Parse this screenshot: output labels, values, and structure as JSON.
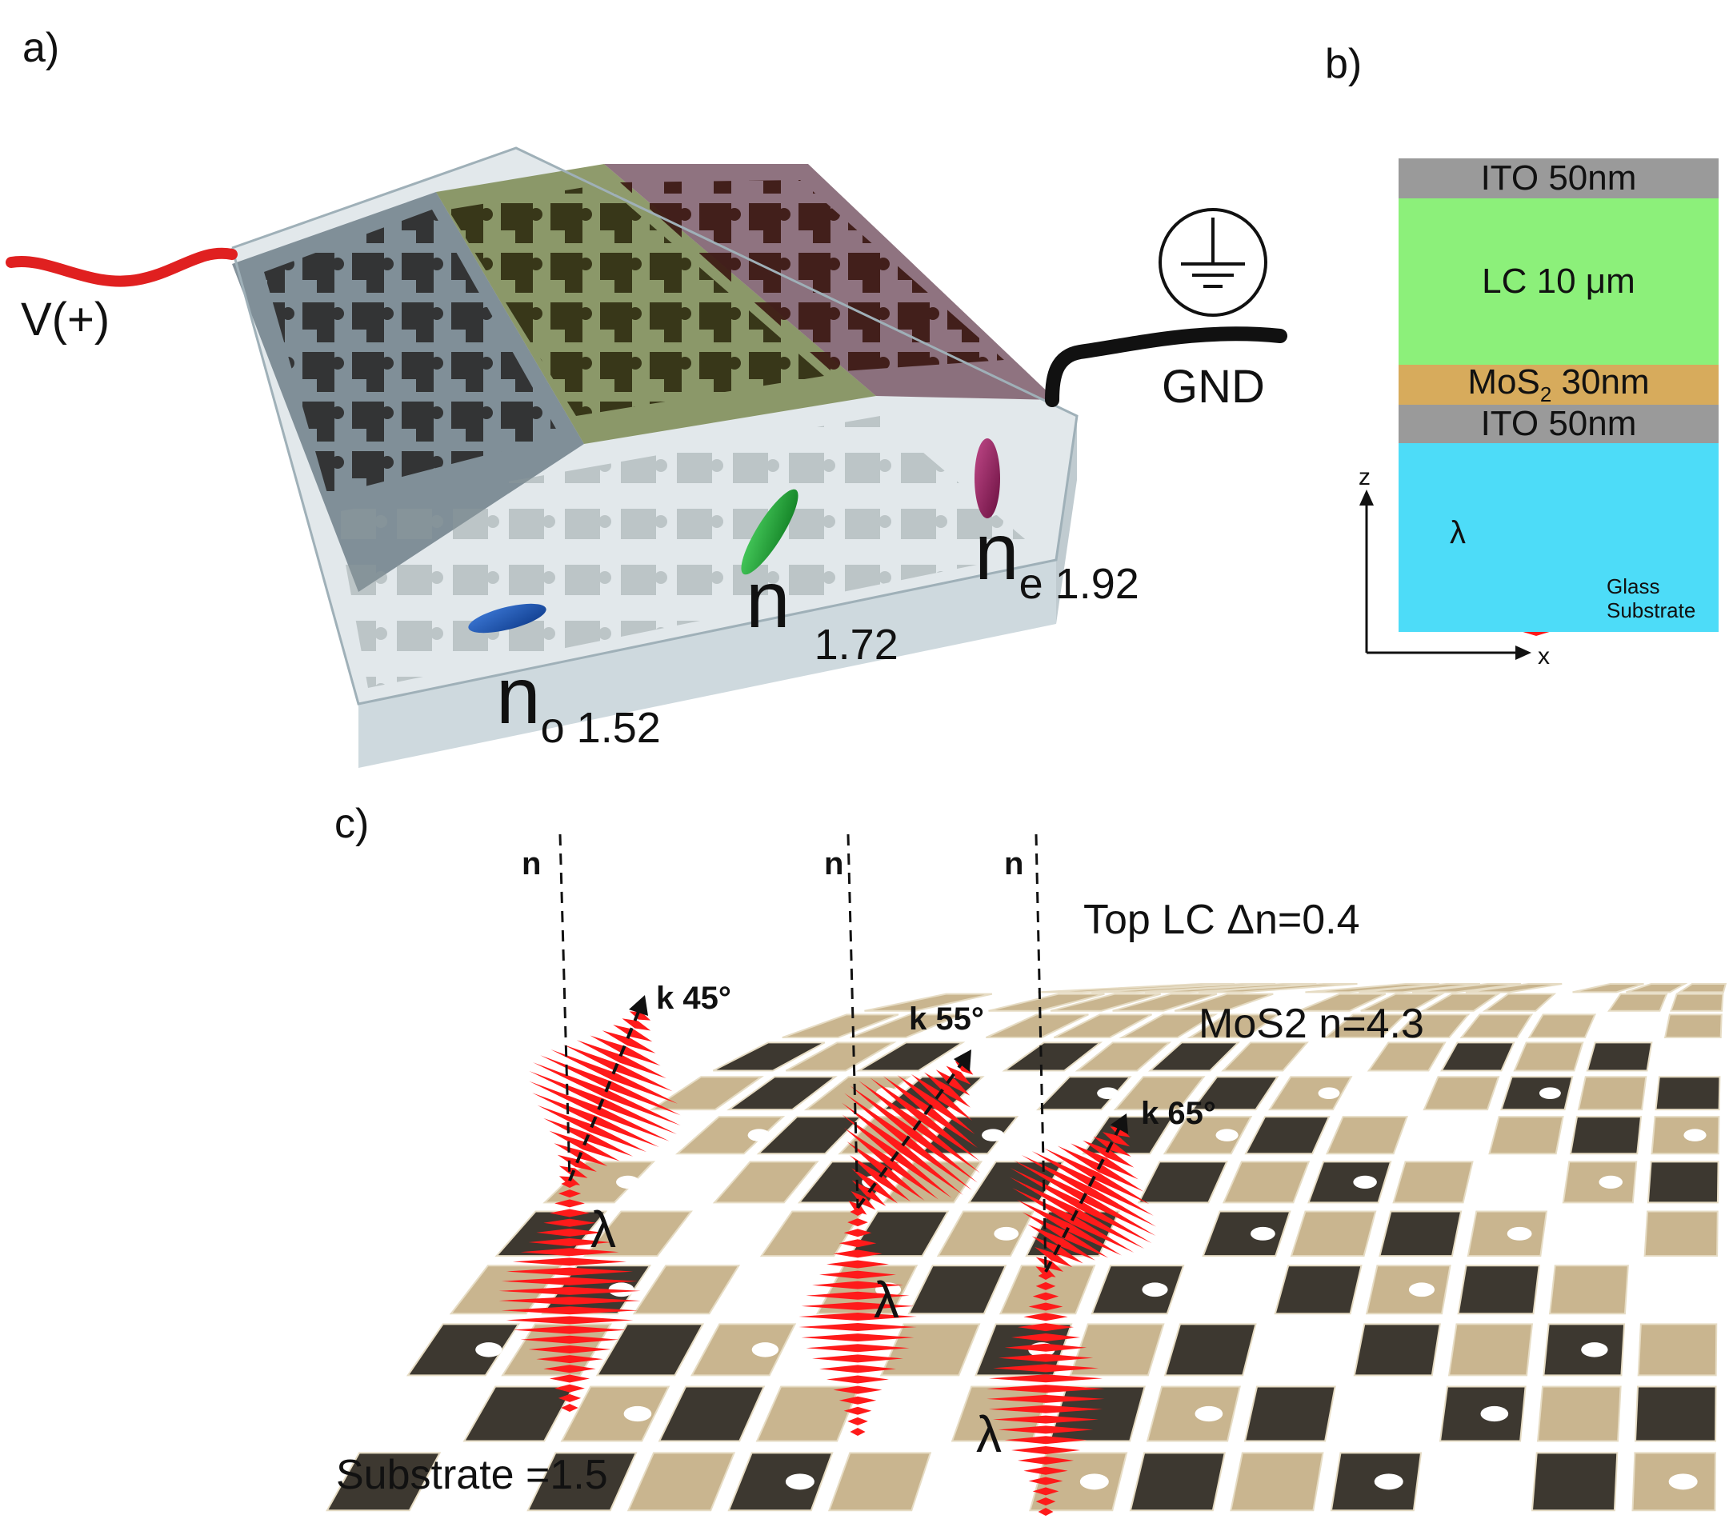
{
  "panels": {
    "a": "a)",
    "b": "b)",
    "c": "c)"
  },
  "panel_a": {
    "voltage_label": "V(+)",
    "ground_label": "GND",
    "indices": [
      {
        "symbol": "n",
        "sub": "o 1.52"
      },
      {
        "symbol": "n",
        "sub": "1.72"
      },
      {
        "symbol": "n",
        "sub": "e 1.92"
      }
    ]
  },
  "panel_b": {
    "layers": [
      {
        "text": "ITO 50nm",
        "color": "#9a9a9a"
      },
      {
        "text": "LC 10 μm",
        "color": "#8cf07a"
      },
      {
        "pre": "MoS",
        "sub": "2",
        "post": " 30nm",
        "color": "#d7ab5c"
      },
      {
        "text": "ITO 50nm",
        "color": "#9a9a9a"
      }
    ],
    "substrate": {
      "line1": "Glass",
      "line2": "Substrate",
      "color": "#4ddcf8"
    },
    "axis_z": "z",
    "axis_x": "x",
    "lambda": "λ"
  },
  "panel_c": {
    "normals": [
      "n",
      "n",
      "n"
    ],
    "k_labels": [
      "k 45°",
      "k 55°",
      "k 65°"
    ],
    "lambda": "λ",
    "top_lc": "Top LC Δn=0.4",
    "mos2": "MoS2 n=4.3",
    "substrate": "Substrate =1.5"
  },
  "colors": {
    "wave": "#ff1a1a",
    "tile": "#c9b58f",
    "tile_dark": "#3d3830"
  }
}
